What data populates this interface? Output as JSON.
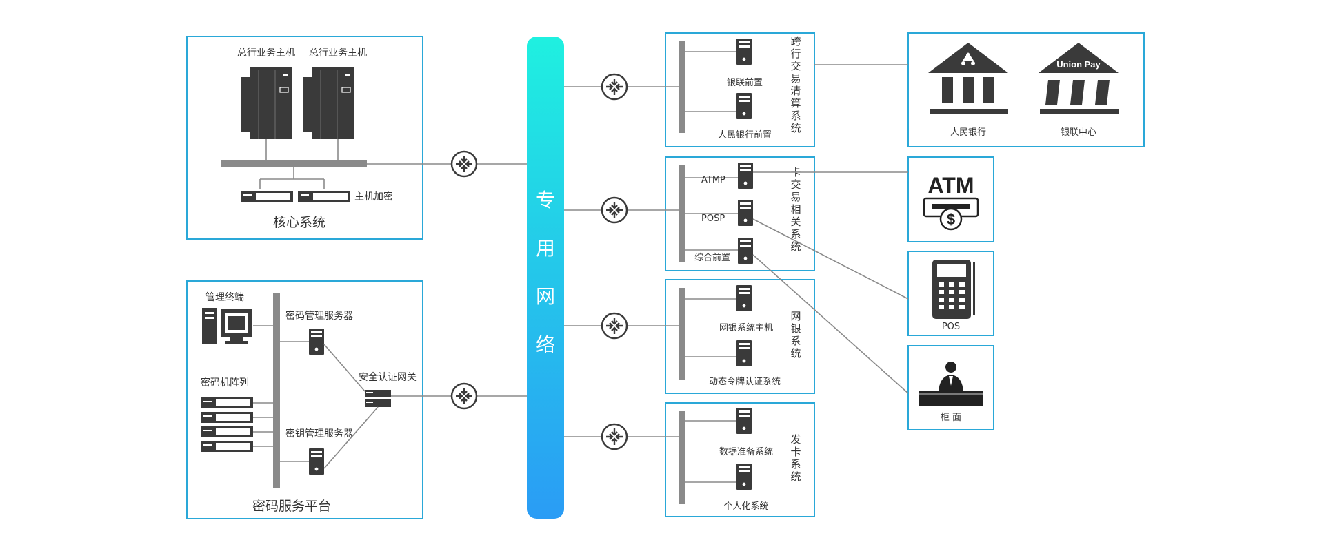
{
  "core": {
    "title": "核心系统",
    "host_label_1": "总行业务主机",
    "host_label_2": "总行业务主机",
    "encrypt_label": "主机加密"
  },
  "crypto": {
    "title": "密码服务平台",
    "terminal_label": "管理终端",
    "array_label": "密码机阵列",
    "key_server_top": "密码管理服务器",
    "key_server_bottom": "密钥管理服务器",
    "gateway_label": "安全认证网关"
  },
  "network": {
    "chars": [
      "专",
      "用",
      "网",
      "络"
    ]
  },
  "interbank": {
    "title": "跨行交易清算系统",
    "server_1": "银联前置",
    "server_2": "人民银行前置"
  },
  "card": {
    "title": "卡交易相关系统",
    "server_1": "ATMP",
    "server_2": "POSP",
    "server_3": "综合前置"
  },
  "ebank": {
    "title": "网银系统",
    "server_1": "网银系统主机",
    "server_2": "动态令牌认证系统"
  },
  "issuing": {
    "title": "发卡系统",
    "server_1": "数据准备系统",
    "server_2": "个人化系统"
  },
  "external": {
    "pboc_label": "人民银行",
    "unionpay_label": "银联中心",
    "unionpay_logo": "Union Pay",
    "atm_logo": "ATM",
    "atm_symbol": "$",
    "pos_label": "POS",
    "counter_label": "柜 面"
  }
}
